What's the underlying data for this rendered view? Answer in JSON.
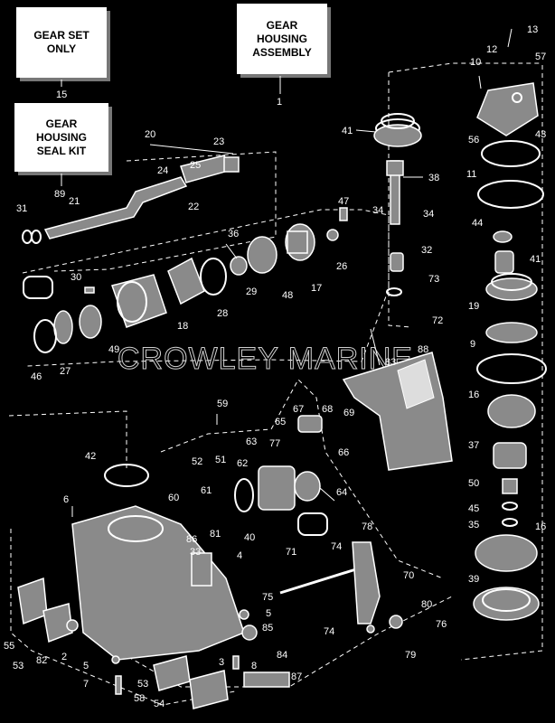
{
  "kits": [
    {
      "text": "GEAR SET\nONLY",
      "ref": "15"
    },
    {
      "text": "GEAR\nHOUSING\nASSEMBLY",
      "ref": "1"
    },
    {
      "text": "GEAR\nHOUSING\nSEAL KIT",
      "ref": "89"
    }
  ],
  "watermark": "CROWLEY MARINE",
  "callouts": [
    "13",
    "12",
    "57",
    "10",
    "56",
    "43",
    "41",
    "38",
    "11",
    "34",
    "34",
    "44",
    "32",
    "41",
    "73",
    "19",
    "72",
    "88",
    "9",
    "83",
    "16",
    "59",
    "37",
    "50",
    "45",
    "35",
    "16",
    "39",
    "20",
    "23",
    "24",
    "25",
    "21",
    "22",
    "31",
    "47",
    "36",
    "26",
    "17",
    "48",
    "29",
    "28",
    "18",
    "30",
    "49",
    "27",
    "46",
    "42",
    "67",
    "68",
    "69",
    "65",
    "77",
    "66",
    "63",
    "64",
    "52",
    "51",
    "62",
    "61",
    "60",
    "6",
    "86",
    "33",
    "81",
    "40",
    "4",
    "78",
    "74",
    "70",
    "71",
    "75",
    "74",
    "80",
    "76",
    "79",
    "85",
    "84",
    "2",
    "55",
    "53",
    "82",
    "5",
    "5",
    "3",
    "8",
    "87",
    "7",
    "58",
    "53",
    "54"
  ]
}
